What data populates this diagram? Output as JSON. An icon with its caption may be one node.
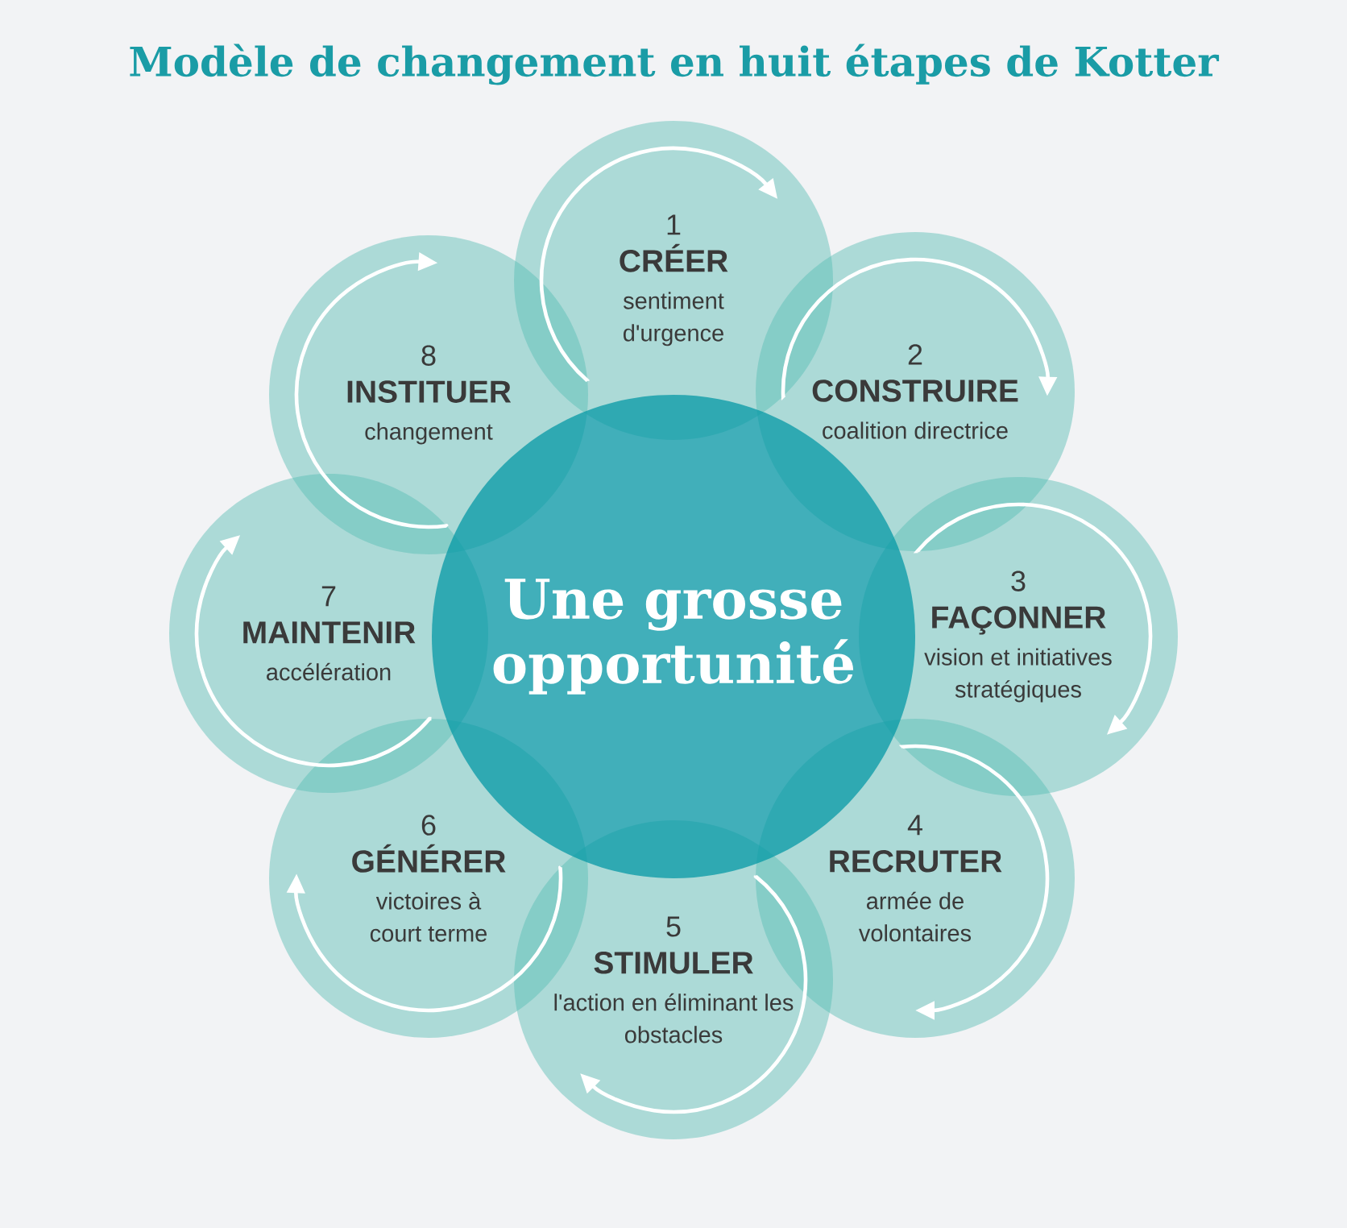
{
  "diagram": {
    "title": "Modèle de changement en huit étapes de Kotter",
    "nodes": [
      {
        "text": [
          "Une grosse opportunité"
        ]
      },
      {
        "text": [
          "1",
          "CRÉER",
          "sentiment d'urgence"
        ]
      },
      {
        "text": [
          "2",
          "CONSTRUIRE",
          "coalition directrice"
        ]
      },
      {
        "text": [
          "3",
          "FAÇONNER",
          "vision et initiatives stratégiques"
        ]
      },
      {
        "text": [
          "4",
          "RECRUTER",
          "armée de volontaires"
        ]
      },
      {
        "text": [
          "5",
          "STIMULER",
          "l'action en éliminant les obstacles"
        ]
      },
      {
        "text": [
          "6",
          "GÉNÉRER",
          "victoires à court terme"
        ]
      },
      {
        "text": [
          "7",
          "MAINTENIR",
          "accélération"
        ]
      },
      {
        "text": [
          "8",
          "INSTITUER",
          "changement"
        ]
      }
    ],
    "edges": [
      {
        "from": 1,
        "to": 2,
        "arrow": "to"
      },
      {
        "from": 2,
        "to": 3,
        "arrow": "to"
      },
      {
        "from": 3,
        "to": 4,
        "arrow": "to"
      },
      {
        "from": 4,
        "to": 5,
        "arrow": "to"
      },
      {
        "from": 5,
        "to": 6,
        "arrow": "to"
      },
      {
        "from": 6,
        "to": 7,
        "arrow": "to"
      },
      {
        "from": 7,
        "to": 8,
        "arrow": "to"
      },
      {
        "from": 8,
        "to": 1,
        "arrow": "to"
      }
    ]
  }
}
